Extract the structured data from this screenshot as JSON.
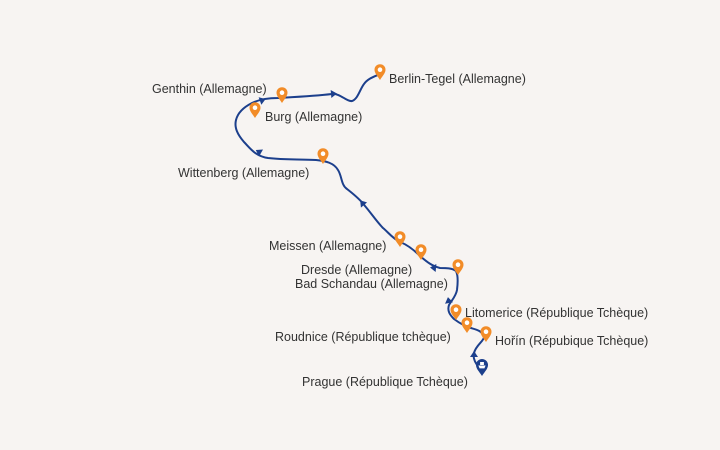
{
  "colors": {
    "background": "#f7f4f2",
    "route": "#1c3f8c",
    "stop_marker": "#f28c28",
    "start_marker": "#1c3f8c",
    "label_text": "#333333"
  },
  "route": {
    "start": {
      "label": "Prague (République Tchèque)",
      "icon": "ship-icon"
    },
    "stops": [
      {
        "label": "Hořín (Répubique Tchèque)",
        "icon": "map-pin-icon"
      },
      {
        "label": "Roudnice (République tchèque)",
        "icon": "map-pin-icon"
      },
      {
        "label": "Litomerice (République Tchèque)",
        "icon": "map-pin-icon"
      },
      {
        "label": "Bad Schandau (Allemagne)",
        "icon": "map-pin-icon"
      },
      {
        "label": "Dresde (Allemagne)",
        "icon": "map-pin-icon"
      },
      {
        "label": "Meissen (Allemagne)",
        "icon": "map-pin-icon"
      },
      {
        "label": "Wittenberg (Allemagne)",
        "icon": "map-pin-icon"
      },
      {
        "label": "Burg (Allemagne)",
        "icon": "map-pin-icon"
      },
      {
        "label": "Genthin (Allemagne)",
        "icon": "map-pin-icon"
      },
      {
        "label": "Berlin-Tegel (Allemagne)",
        "icon": "map-pin-icon"
      }
    ]
  }
}
